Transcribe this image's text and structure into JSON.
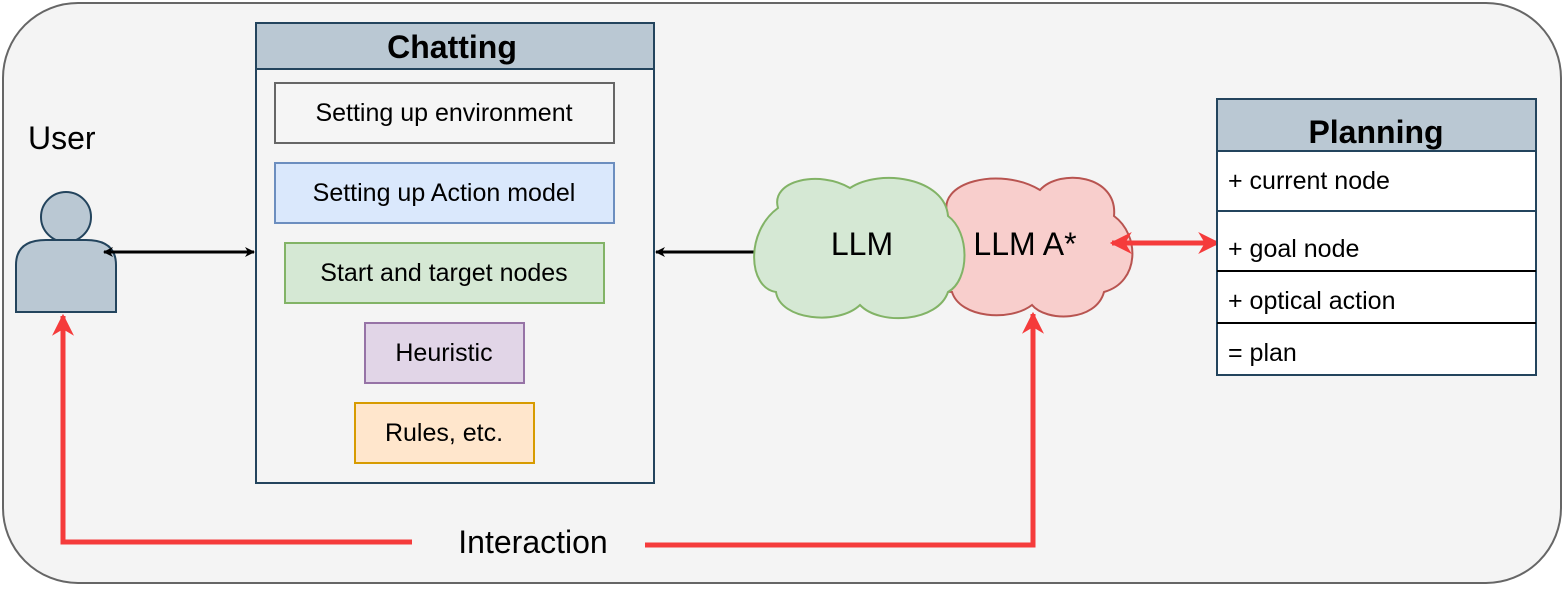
{
  "user": {
    "label": "User"
  },
  "chatting": {
    "title": "Chatting",
    "items": [
      {
        "label": "Setting up environment",
        "fill": "#f5f5f5",
        "stroke": "#666666"
      },
      {
        "label": "Setting up Action model",
        "fill": "#dae8fc",
        "stroke": "#6c8ebf"
      },
      {
        "label": "Start and target nodes",
        "fill": "#d5e8d4",
        "stroke": "#82b366"
      },
      {
        "label": "Heuristic",
        "fill": "#e1d5e7",
        "stroke": "#9673a6"
      },
      {
        "label": "Rules, etc.",
        "fill": "#ffe6cc",
        "stroke": "#d79b00"
      }
    ]
  },
  "llm": {
    "label": "LLM",
    "fill": "#d5e8d4",
    "stroke": "#82b366"
  },
  "llm_astar": {
    "label": "LLM A*",
    "fill": "#f8cecc",
    "stroke": "#b85450"
  },
  "planning": {
    "title": "Planning",
    "rows": [
      {
        "label": "+ current node"
      },
      {
        "label": "+ goal node"
      },
      {
        "label": "+ optical action"
      },
      {
        "label": "= plan"
      }
    ]
  },
  "interaction": {
    "label": "Interaction"
  },
  "colors": {
    "background": "#f4f4f4",
    "header_fill": "#bac8d3",
    "header_stroke": "#23445d",
    "arrow_black": "#000000",
    "arrow_red": "#f53b3b"
  }
}
